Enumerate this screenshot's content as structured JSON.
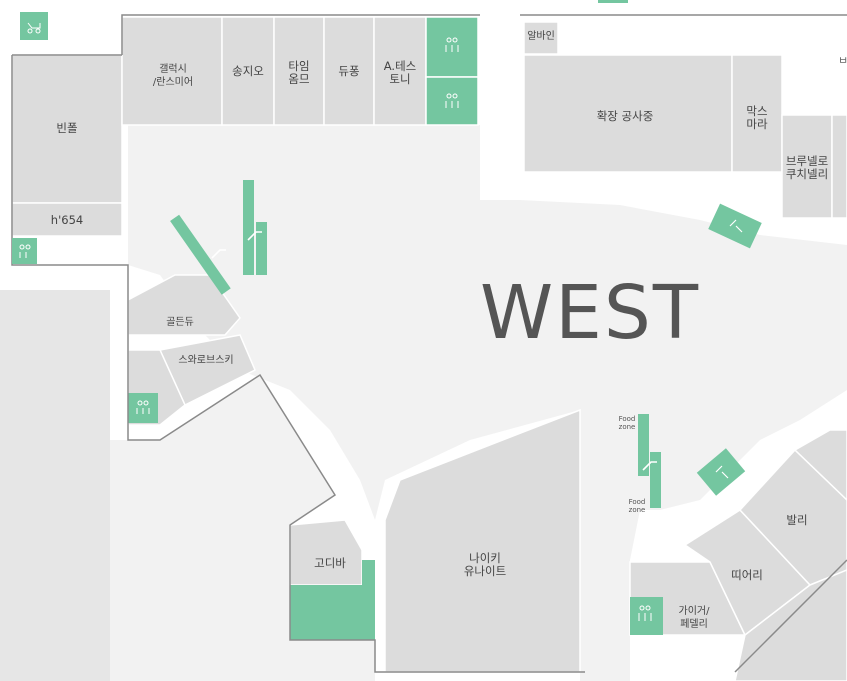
{
  "region_label": "WEST",
  "colors": {
    "store": "#dcdcdc",
    "corridor": "#f2f2f2",
    "facility": "#74c6a0",
    "wall": "#8a8a8a",
    "text": "#444444",
    "background": "#ffffff"
  },
  "stores": {
    "bean_pole": "빈폴",
    "h654": "h'654",
    "galaxy": "갤럭시\n/란스미어",
    "songzio": "송지오",
    "time_homme": "타임\n옴므",
    "dupont": "듀퐁",
    "a_testoni": "A.테스\n토니",
    "albaen": "알바인",
    "expansion": "확장 공사중",
    "max_mara": "막스\n마라",
    "brunello": "브루넬로\n쿠치넬리",
    "golden_duck": "골든듀",
    "swarovski": "스와로브스키",
    "godiva": "고디바",
    "nike": "나이키\n유나이트",
    "bally": "발리",
    "ddeoeori": "띠어리",
    "gaiger": "가이거/\n페델리"
  },
  "food_zone_top": "Food\nzone",
  "food_zone_bottom": "Food\nzone",
  "edge_glyph": "ㅂ",
  "icons": [
    "stroller-icon",
    "restroom-icon",
    "escalator-icon",
    "elevator-icon"
  ]
}
